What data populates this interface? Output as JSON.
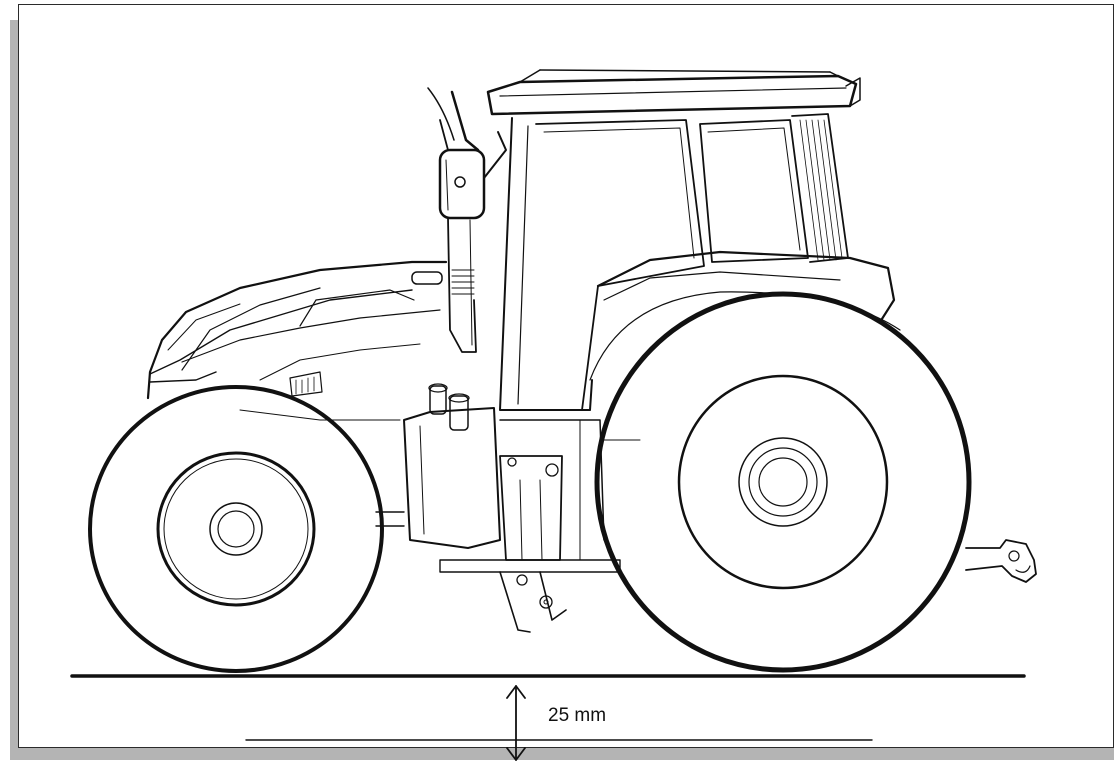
{
  "figure": {
    "subject": "tractor-side-view",
    "dimension": {
      "value": "25 mm"
    }
  },
  "icons": {
    "dimension_arrow": "double-headed-vertical-arrow"
  },
  "colors": {
    "line": "#111111",
    "frame_shadow": "#b4b4b4",
    "background": "#ffffff"
  }
}
